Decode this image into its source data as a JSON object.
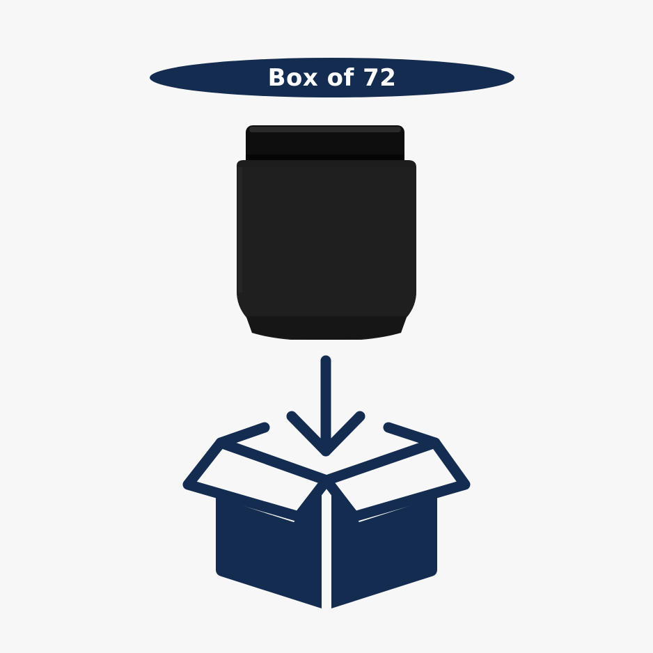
{
  "badge": {
    "label": "Box of 72"
  },
  "product": {
    "name": "black-jar",
    "color": "#1a1a1a"
  },
  "icon": {
    "name": "box-with-down-arrow",
    "color": "#132c50"
  },
  "colors": {
    "background": "#f7f7f8",
    "accent": "#132c50"
  }
}
